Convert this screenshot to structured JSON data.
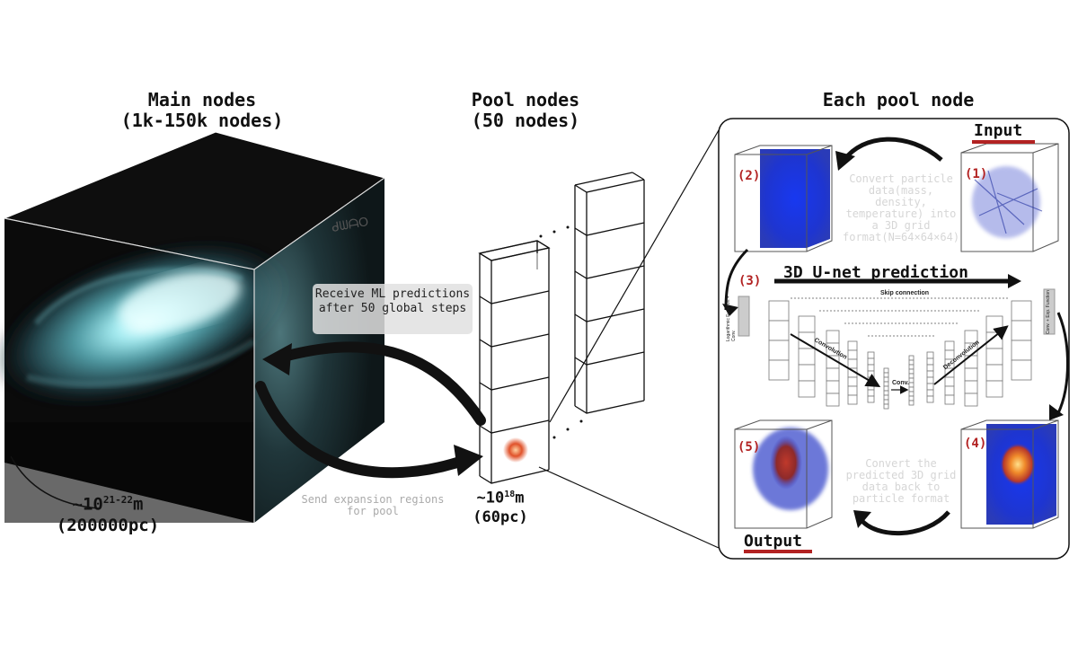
{
  "headers": {
    "main_nodes": "Main nodes",
    "main_nodes_count": "(1k-150k nodes)",
    "pool_nodes": "Pool nodes",
    "pool_nodes_count": "(50 nodes)",
    "each_pool_node": "Each pool node"
  },
  "main_cube": {
    "scale_prefix": "~10",
    "scale_exp": "21-22",
    "scale_unit": "m",
    "scale_pc": "(200000pc)"
  },
  "pool_cube": {
    "scale_prefix": "~10",
    "scale_exp": "18",
    "scale_unit": "m",
    "scale_pc": "(60pc)"
  },
  "arrows": {
    "receive_label": "Receive ML predictions after 50 global steps",
    "send_label": "Send expansion regions for pool"
  },
  "panel": {
    "input_label": "Input",
    "output_label": "Output",
    "convert_to_grid": "Convert particle data(mass, density, temperature) into a 3D grid format(N=64×64×64)",
    "convert_back": "Convert the predicted 3D grid data back to particle format",
    "unet_title": "3D U-net prediction",
    "steps": [
      "(1)",
      "(2)",
      "(3)",
      "(4)",
      "(5)"
    ],
    "unet": {
      "skip": "Skip connection",
      "convolution": "Convolution",
      "deconvolution": "Deconvolution",
      "conv": "Conv.",
      "left_block": "Logarithmic Function + Conv.",
      "right_block": "Conv. + Exp. Function"
    }
  },
  "colors": {
    "accent_red": "#b22222",
    "grid_blue": "#1f2fd6",
    "galaxy_cyan": "#a9f0f5",
    "faint_text": "#d6d6d6"
  }
}
